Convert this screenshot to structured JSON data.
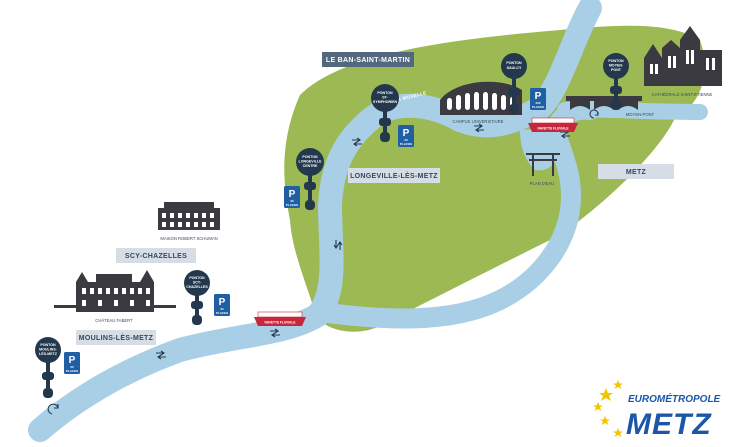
{
  "towns": [
    {
      "id": "le-ban-saint-martin",
      "label": "LE BAN-SAINT-MARTIN"
    },
    {
      "id": "longeville-les-metz",
      "label": "LONGEVILLE-LÈS-METZ"
    },
    {
      "id": "metz",
      "label": "METZ"
    },
    {
      "id": "scy-chazelles",
      "label": "SCY-CHAZELLES"
    },
    {
      "id": "moulins-les-metz",
      "label": "MOULINS-LÈS-METZ"
    }
  ],
  "pontoons": [
    {
      "id": "moulins",
      "lines": [
        "PONTON",
        "MOULINS-",
        "LÈS-METZ"
      ]
    },
    {
      "id": "scy",
      "lines": [
        "PONTON",
        "SCY-",
        "CHAZELLES"
      ]
    },
    {
      "id": "longeville",
      "lines": [
        "PONTON",
        "LONGEVILLE",
        "CENTRE"
      ]
    },
    {
      "id": "st-symphorien",
      "lines": [
        "PONTON",
        "ST-",
        "SYMPHORIEN"
      ]
    },
    {
      "id": "saulcy",
      "lines": [
        "PONTON",
        "SAULCY"
      ]
    },
    {
      "id": "moyen-pont",
      "lines": [
        "PONTON",
        "MOYEN-",
        "PONT"
      ]
    }
  ],
  "parkings": [
    {
      "id": "moulins",
      "symbol": "P",
      "lines": [
        "20",
        "PLACES"
      ]
    },
    {
      "id": "scy",
      "symbol": "P",
      "lines": [
        "20",
        "PLACES"
      ]
    },
    {
      "id": "longeville",
      "symbol": "P",
      "lines": [
        "20",
        "PLACES"
      ]
    },
    {
      "id": "st-symphorien",
      "symbol": "P",
      "lines": [
        "20",
        "PLACES"
      ]
    },
    {
      "id": "saulcy",
      "symbol": "P",
      "lines": [
        "230",
        "PLACES"
      ]
    }
  ],
  "landmarks": {
    "maison_schuman": "MAISON ROBERT SCHUMAN",
    "chateau_fabert": "CHÂTEAU FABERT",
    "campus": "CAMPUS UNIVERSITAIRE",
    "plan_eau": "PLAN D'EAU",
    "moyen_pont": "MOYEN-PONT",
    "cathedrale": "CATHÉDRALE SAINT-ÉTIENNE"
  },
  "river_label": "LA MOSELLE",
  "boat_label": "NAVETTE FLUVIALE",
  "logo": {
    "top": "EUROMÉTROPOLE",
    "bottom": "METZ"
  },
  "colors": {
    "river": "#a9cfe6",
    "river_edge": "#ffffff",
    "land": "#9db953",
    "label_bg": "#53677e",
    "pontoon_pole": "#24384d",
    "parking_blue": "#1f5fa3",
    "boat_red": "#c8263a",
    "building": "#3a3a40",
    "logo_blue": "#1c56a6",
    "logo_star": "#f2c500"
  }
}
